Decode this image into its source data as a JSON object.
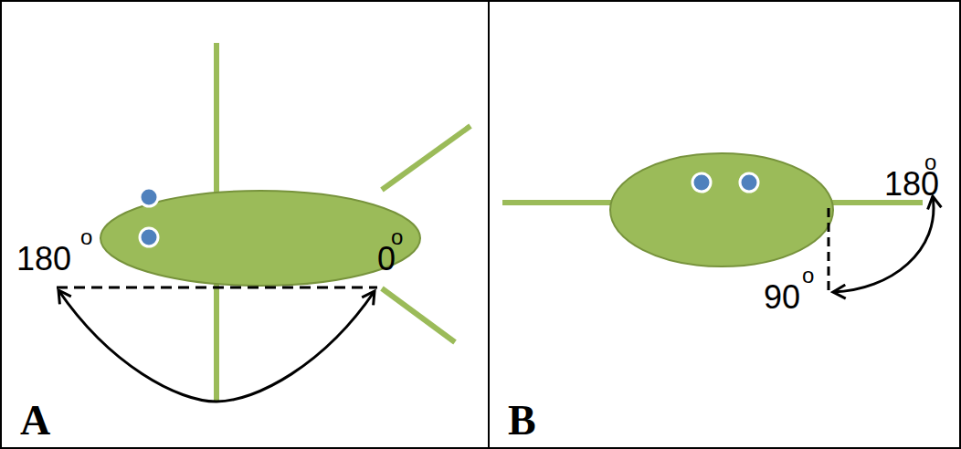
{
  "diagram": {
    "labels": [
      "180",
      "o",
      "0",
      "o",
      "A",
      "180",
      "o",
      "90",
      "o",
      "B"
    ]
  }
}
